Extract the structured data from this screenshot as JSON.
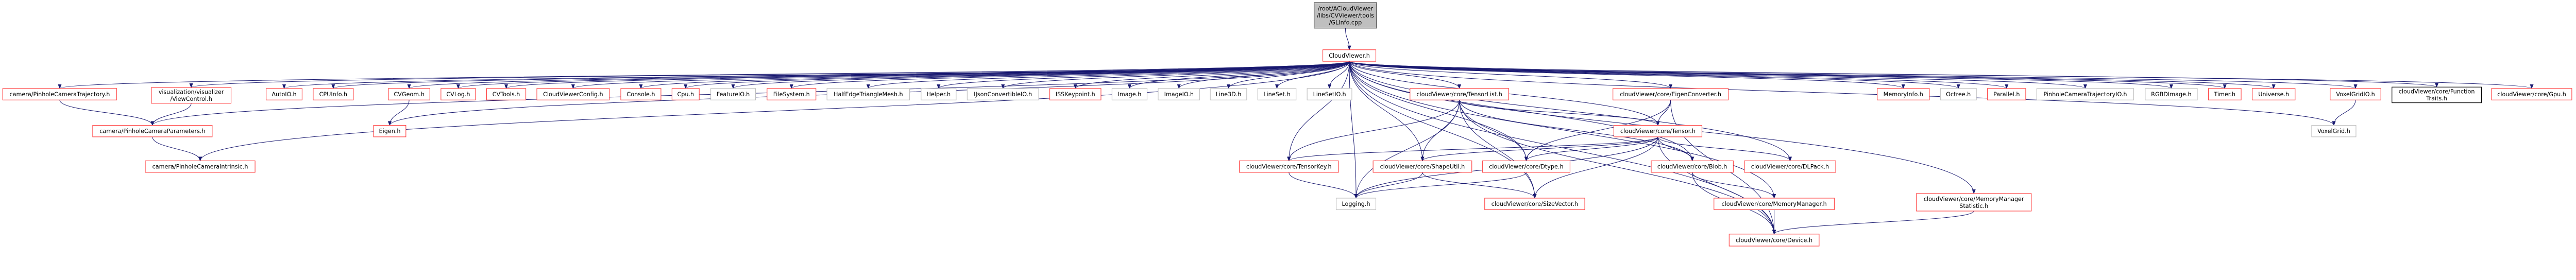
{
  "colors": {
    "edge": "#191970",
    "node_red_border": "#ff4040",
    "node_gray_border": "#bfbfbf",
    "node_black_border": "#000000",
    "root_fill": "#bfbfbf",
    "node_fill": "#ffffff"
  },
  "nodes": [
    {
      "id": "root",
      "label": [
        "/root/ACloudViewer",
        "/libs/CVViewer/tools",
        "/GLInfo.cpp"
      ],
      "style": "root"
    },
    {
      "id": "cv",
      "label": [
        "CloudViewer.h"
      ],
      "style": "red"
    },
    {
      "id": "traj",
      "label": [
        "camera/PinholeCameraTrajectory.h"
      ],
      "style": "red"
    },
    {
      "id": "viewctl",
      "label": [
        "visualization/visualizer",
        "/ViewControl.h"
      ],
      "style": "red"
    },
    {
      "id": "autoio",
      "label": [
        "AutoIO.h"
      ],
      "style": "red"
    },
    {
      "id": "cpuinfo",
      "label": [
        "CPUInfo.h"
      ],
      "style": "red"
    },
    {
      "id": "cvgeom",
      "label": [
        "CVGeom.h"
      ],
      "style": "red"
    },
    {
      "id": "cvlog",
      "label": [
        "CVLog.h"
      ],
      "style": "red"
    },
    {
      "id": "cvtools",
      "label": [
        "CVTools.h"
      ],
      "style": "red"
    },
    {
      "id": "config",
      "label": [
        "CloudViewerConfig.h"
      ],
      "style": "red"
    },
    {
      "id": "console",
      "label": [
        "Console.h"
      ],
      "style": "red"
    },
    {
      "id": "cpu",
      "label": [
        "Cpu.h"
      ],
      "style": "red"
    },
    {
      "id": "featureio",
      "label": [
        "FeatureIO.h"
      ],
      "style": "gray"
    },
    {
      "id": "filesystem",
      "label": [
        "FileSystem.h"
      ],
      "style": "red"
    },
    {
      "id": "halfedge",
      "label": [
        "HalfEdgeTriangleMesh.h"
      ],
      "style": "gray"
    },
    {
      "id": "helper",
      "label": [
        "Helper.h"
      ],
      "style": "gray"
    },
    {
      "id": "ijson",
      "label": [
        "IJsonConvertibleIO.h"
      ],
      "style": "gray"
    },
    {
      "id": "iss",
      "label": [
        "ISSKeypoint.h"
      ],
      "style": "red"
    },
    {
      "id": "image",
      "label": [
        "Image.h"
      ],
      "style": "gray"
    },
    {
      "id": "imageio",
      "label": [
        "ImageIO.h"
      ],
      "style": "gray"
    },
    {
      "id": "line3d",
      "label": [
        "Line3D.h"
      ],
      "style": "gray"
    },
    {
      "id": "lineset",
      "label": [
        "LineSet.h"
      ],
      "style": "gray"
    },
    {
      "id": "linesetio",
      "label": [
        "LineSetIO.h"
      ],
      "style": "gray"
    },
    {
      "id": "tensorlist",
      "label": [
        "cloudViewer/core/TensorList.h"
      ],
      "style": "red"
    },
    {
      "id": "eigenconv",
      "label": [
        "cloudViewer/core/EigenConverter.h"
      ],
      "style": "red"
    },
    {
      "id": "meminfo",
      "label": [
        "MemoryInfo.h"
      ],
      "style": "red"
    },
    {
      "id": "octree",
      "label": [
        "Octree.h"
      ],
      "style": "gray"
    },
    {
      "id": "parallel",
      "label": [
        "Parallel.h"
      ],
      "style": "red"
    },
    {
      "id": "trajio",
      "label": [
        "PinholeCameraTrajectoryIO.h"
      ],
      "style": "gray"
    },
    {
      "id": "rgbd",
      "label": [
        "RGBDImage.h"
      ],
      "style": "gray"
    },
    {
      "id": "timer",
      "label": [
        "Timer.h"
      ],
      "style": "red"
    },
    {
      "id": "universe",
      "label": [
        "Universe.h"
      ],
      "style": "red"
    },
    {
      "id": "voxelgridio",
      "label": [
        "VoxelGridIO.h"
      ],
      "style": "red"
    },
    {
      "id": "functraits",
      "label": [
        "cloudViewer/core/Function",
        "Traits.h"
      ],
      "style": "black"
    },
    {
      "id": "gpu",
      "label": [
        "cloudViewer/core/Gpu.h"
      ],
      "style": "red"
    },
    {
      "id": "camparams",
      "label": [
        "camera/PinholeCameraParameters.h"
      ],
      "style": "red"
    },
    {
      "id": "eigen",
      "label": [
        "Eigen.h"
      ],
      "style": "red"
    },
    {
      "id": "tensor",
      "label": [
        "cloudViewer/core/Tensor.h"
      ],
      "style": "red"
    },
    {
      "id": "voxelgrid",
      "label": [
        "VoxelGrid.h"
      ],
      "style": "gray"
    },
    {
      "id": "intrinsic",
      "label": [
        "camera/PinholeCameraIntrinsic.h"
      ],
      "style": "red"
    },
    {
      "id": "tensorkey",
      "label": [
        "cloudViewer/core/TensorKey.h"
      ],
      "style": "red"
    },
    {
      "id": "shapeutil",
      "label": [
        "cloudViewer/core/ShapeUtil.h"
      ],
      "style": "red"
    },
    {
      "id": "dtype",
      "label": [
        "cloudViewer/core/Dtype.h"
      ],
      "style": "red"
    },
    {
      "id": "blob",
      "label": [
        "cloudViewer/core/Blob.h"
      ],
      "style": "red"
    },
    {
      "id": "dlpack",
      "label": [
        "cloudViewer/core/DLPack.h"
      ],
      "style": "red"
    },
    {
      "id": "logging",
      "label": [
        "Logging.h"
      ],
      "style": "gray"
    },
    {
      "id": "sizevector",
      "label": [
        "cloudViewer/core/SizeVector.h"
      ],
      "style": "red"
    },
    {
      "id": "memmgr",
      "label": [
        "cloudViewer/core/MemoryManager.h"
      ],
      "style": "red"
    },
    {
      "id": "mmstat",
      "label": [
        "cloudViewer/core/MemoryManager",
        "Statistic.h"
      ],
      "style": "red"
    },
    {
      "id": "device",
      "label": [
        "cloudViewer/core/Device.h"
      ],
      "style": "red"
    }
  ],
  "edges": [
    [
      "root",
      "cv"
    ],
    [
      "cv",
      "traj"
    ],
    [
      "cv",
      "viewctl"
    ],
    [
      "cv",
      "autoio"
    ],
    [
      "cv",
      "cpuinfo"
    ],
    [
      "cv",
      "cvgeom"
    ],
    [
      "cv",
      "cvlog"
    ],
    [
      "cv",
      "cvtools"
    ],
    [
      "cv",
      "config"
    ],
    [
      "cv",
      "console"
    ],
    [
      "cv",
      "cpu"
    ],
    [
      "cv",
      "featureio"
    ],
    [
      "cv",
      "filesystem"
    ],
    [
      "cv",
      "halfedge"
    ],
    [
      "cv",
      "helper"
    ],
    [
      "cv",
      "ijson"
    ],
    [
      "cv",
      "iss"
    ],
    [
      "cv",
      "image"
    ],
    [
      "cv",
      "imageio"
    ],
    [
      "cv",
      "line3d"
    ],
    [
      "cv",
      "lineset"
    ],
    [
      "cv",
      "linesetio"
    ],
    [
      "cv",
      "tensorlist"
    ],
    [
      "cv",
      "eigenconv"
    ],
    [
      "cv",
      "meminfo"
    ],
    [
      "cv",
      "octree"
    ],
    [
      "cv",
      "parallel"
    ],
    [
      "cv",
      "trajio"
    ],
    [
      "cv",
      "rgbd"
    ],
    [
      "cv",
      "timer"
    ],
    [
      "cv",
      "universe"
    ],
    [
      "cv",
      "voxelgridio"
    ],
    [
      "cv",
      "functraits"
    ],
    [
      "cv",
      "gpu"
    ],
    [
      "cv",
      "camparams"
    ],
    [
      "cv",
      "intrinsic"
    ],
    [
      "cv",
      "eigen"
    ],
    [
      "cv",
      "tensorkey"
    ],
    [
      "cv",
      "shapeutil"
    ],
    [
      "cv",
      "dtype"
    ],
    [
      "cv",
      "sizevector"
    ],
    [
      "cv",
      "logging"
    ],
    [
      "cv",
      "tensor"
    ],
    [
      "cv",
      "blob"
    ],
    [
      "cv",
      "dlpack"
    ],
    [
      "cv",
      "memmgr"
    ],
    [
      "cv",
      "device"
    ],
    [
      "cv",
      "mmstat"
    ],
    [
      "cv",
      "voxelgrid"
    ],
    [
      "traj",
      "camparams"
    ],
    [
      "viewctl",
      "camparams"
    ],
    [
      "camparams",
      "intrinsic"
    ],
    [
      "cvgeom",
      "eigen"
    ],
    [
      "tensorlist",
      "tensorkey"
    ],
    [
      "tensorlist",
      "shapeutil"
    ],
    [
      "tensorlist",
      "dtype"
    ],
    [
      "tensorlist",
      "sizevector"
    ],
    [
      "tensorlist",
      "tensor"
    ],
    [
      "tensorlist",
      "blob"
    ],
    [
      "tensorlist",
      "logging"
    ],
    [
      "tensorlist",
      "device"
    ],
    [
      "eigenconv",
      "tensor"
    ],
    [
      "eigenconv",
      "dtype"
    ],
    [
      "eigenconv",
      "device"
    ],
    [
      "tensor",
      "tensorkey"
    ],
    [
      "tensor",
      "shapeutil"
    ],
    [
      "tensor",
      "dtype"
    ],
    [
      "tensor",
      "sizevector"
    ],
    [
      "tensor",
      "blob"
    ],
    [
      "tensor",
      "dlpack"
    ],
    [
      "tensor",
      "device"
    ],
    [
      "tensor",
      "logging"
    ],
    [
      "tensorkey",
      "logging"
    ],
    [
      "shapeutil",
      "logging"
    ],
    [
      "shapeutil",
      "sizevector"
    ],
    [
      "dtype",
      "logging"
    ],
    [
      "blob",
      "memmgr"
    ],
    [
      "blob",
      "device"
    ],
    [
      "memmgr",
      "device"
    ],
    [
      "mmstat",
      "device"
    ],
    [
      "voxelgridio",
      "voxelgrid"
    ]
  ]
}
